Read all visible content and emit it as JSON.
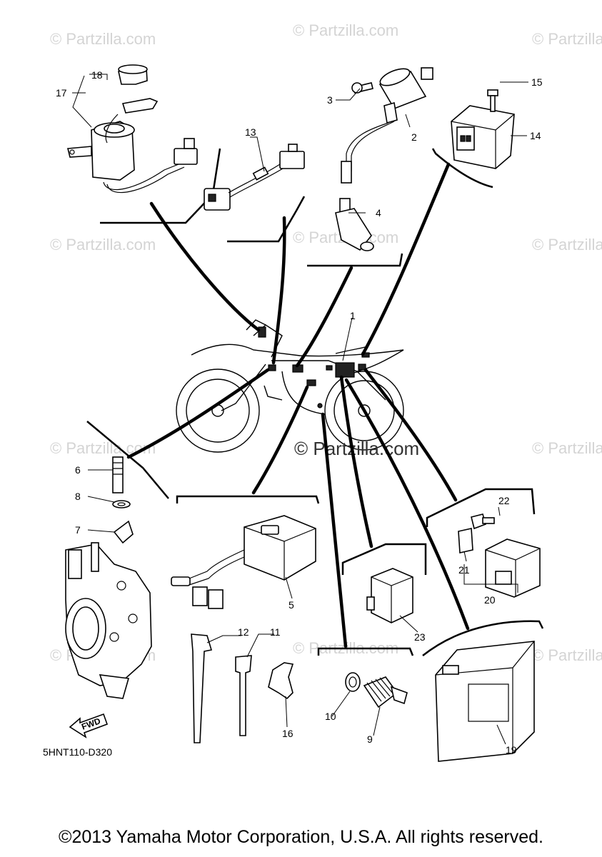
{
  "diagram_code": "5HNT110-D320",
  "copyright": "©2013 Yamaha Motor Corporation, U.S.A. All rights reserved.",
  "watermark": "© Partzilla.com",
  "center_watermark": "© Partzilla.com",
  "fwd_label": "FWD",
  "callouts": {
    "p1": "1",
    "p2": "2",
    "p3": "3",
    "p4": "4",
    "p5": "5",
    "p6": "6",
    "p7": "7",
    "p8": "8",
    "p9": "9",
    "p10": "10",
    "p11": "11",
    "p12": "12",
    "p13": "13",
    "p14": "14",
    "p15": "15",
    "p16": "16",
    "p17": "17",
    "p18": "18",
    "p19": "19",
    "p20": "20",
    "p21": "21",
    "p22": "22",
    "p23": "23"
  }
}
